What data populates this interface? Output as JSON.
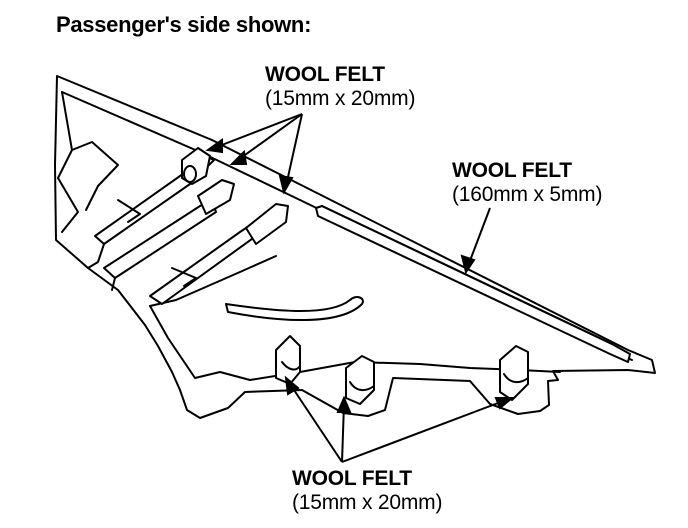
{
  "caption": "Passenger's side shown:",
  "callouts": {
    "top": {
      "material": "WOOL FELT",
      "size": "(15mm x 20mm)"
    },
    "right": {
      "material": "WOOL FELT",
      "size": "(160mm x 5mm)"
    },
    "bottom": {
      "material": "WOOL FELT",
      "size": "(15mm x 20mm)"
    }
  },
  "colors": {
    "ink": "#000000",
    "paper": "#ffffff"
  }
}
